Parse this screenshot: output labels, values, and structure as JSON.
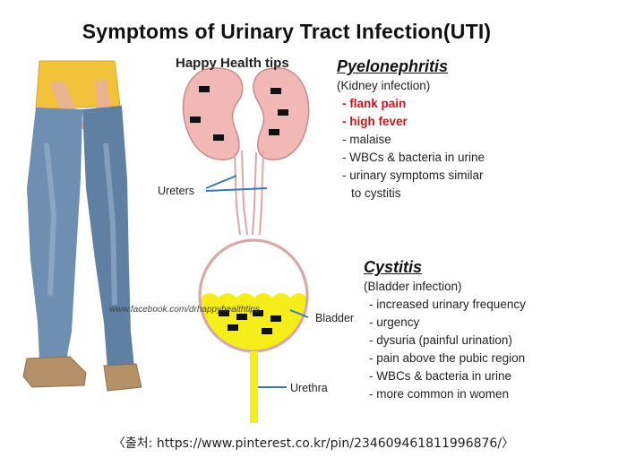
{
  "title": "Symptoms of Urinary Tract Infection(UTI)",
  "subtitle": "Happy Health tips",
  "pyelonephritis": {
    "heading": "Pyelonephritis",
    "subheading": "(Kidney infection)",
    "items": [
      {
        "text": "- flank pain",
        "highlight": true
      },
      {
        "text": "- high fever",
        "highlight": true
      },
      {
        "text": "- malaise",
        "highlight": false
      },
      {
        "text": "- WBCs & bacteria in urine",
        "highlight": false
      },
      {
        "text": "- urinary symptoms similar",
        "highlight": false
      },
      {
        "text": "to cystitis",
        "highlight": false
      }
    ]
  },
  "cystitis": {
    "heading": "Cystitis",
    "subheading": "(Bladder infection)",
    "items": [
      "- increased urinary frequency",
      "- urgency",
      "- dysuria (painful urination)",
      "- pain above the pubic region",
      "- WBCs & bacteria in urine",
      "- more common in women"
    ]
  },
  "labels": {
    "ureters": "Ureters",
    "bladder": "Bladder",
    "urethra": "Urethra"
  },
  "watermark": "www.facebook.com/drhappyhealthtips",
  "caption": "〈출처: https://www.pinterest.co.kr/pin/234609461811996876/〉",
  "colors": {
    "kidney": "#f2b8b5",
    "kidney_stroke": "#c98a88",
    "urine": "#f5ee1a",
    "urethra": "#f5ee1a",
    "pointer": "#3a78b8",
    "highlight": "#c8161d",
    "jeans": "#6f8fb2",
    "shirt": "#f2c23a",
    "skin": "#e8b48f",
    "shoe": "#b5916a"
  }
}
